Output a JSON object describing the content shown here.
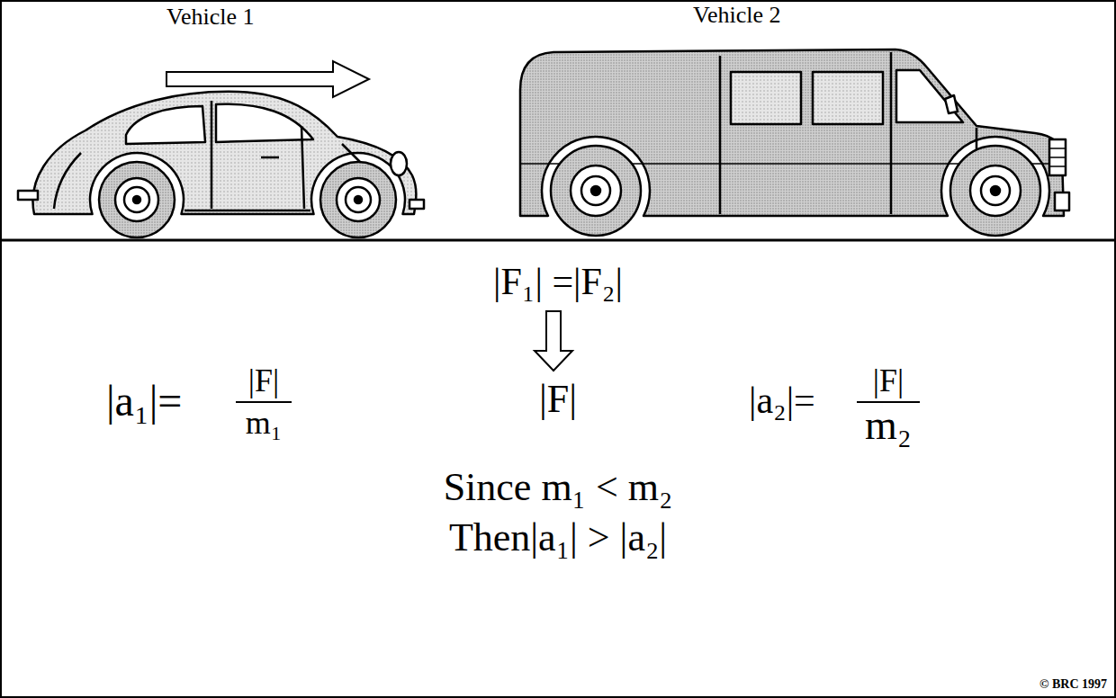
{
  "diagram": {
    "labels": [
      "Vehicle 1",
      "Vehicle 2",
      "|F₁| =|F₂|",
      "|a₁|=",
      "|F|",
      "m₁",
      "|F|",
      "|a₂|=",
      "|F|",
      "m₂",
      "Since m₁ < m₂",
      "Then|a₁| > |a₂|",
      "© BRC 1997"
    ]
  }
}
